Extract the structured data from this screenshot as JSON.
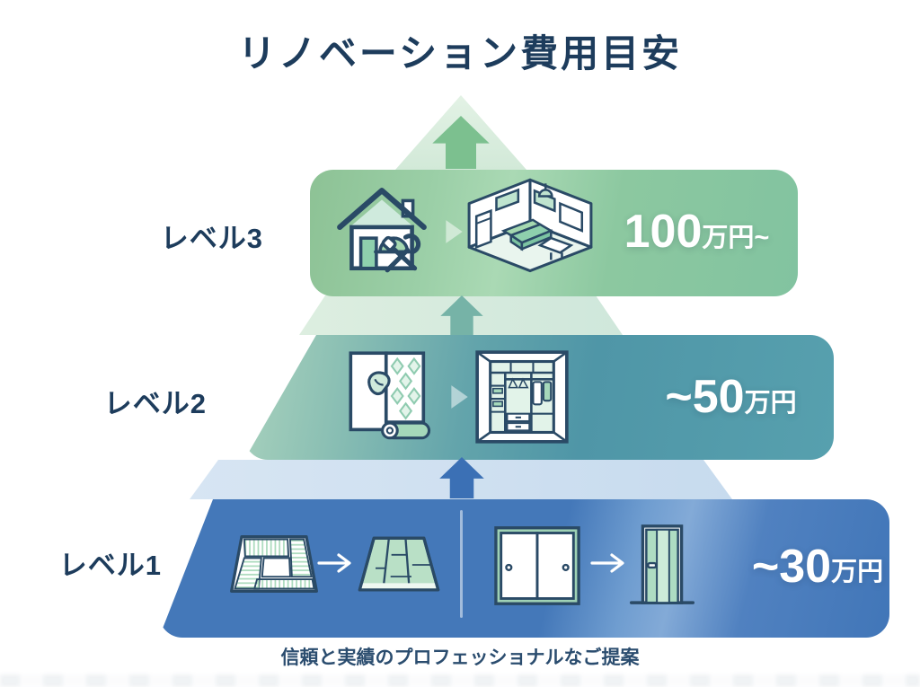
{
  "title": "リノベーション費用目安",
  "footer": "信頼と実績のプロフェッショナルなご提案",
  "levels": [
    {
      "label": "レベル3",
      "price": {
        "prefix": "",
        "amount": "100",
        "suffix": "万円~"
      },
      "icons": [
        "house-renovation-icon",
        "furnished-room-icon"
      ]
    },
    {
      "label": "レベル2",
      "price": {
        "prefix": "~",
        "amount": "50",
        "suffix": "万円"
      },
      "icons": [
        "wallpaper-icon",
        "closet-icon"
      ]
    },
    {
      "label": "レベル1",
      "price": {
        "prefix": "~",
        "amount": "30",
        "suffix": "万円"
      },
      "icons": [
        "tatami-icon",
        "wood-flooring-icon",
        "sliding-doors-icon",
        "door-icon"
      ]
    }
  ],
  "colors": {
    "title_text": "#1d3c5c",
    "level3_band": "#8cc59e",
    "level2_band": "#5398a8",
    "level1_band": "#4478b9",
    "price_text": "#ffffff"
  }
}
